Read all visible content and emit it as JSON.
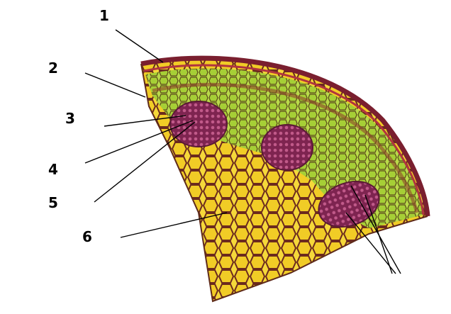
{
  "labels": [
    "1",
    "2",
    "3",
    "4",
    "5",
    "6"
  ],
  "colors": {
    "background": "#ffffff",
    "epidermis": "#7a1f2f",
    "cortex_green": "#a9d13a",
    "pith_yellow": "#f2cf2a",
    "cell_wall": "#6b2a1e",
    "vascular_bundle": "#8a2c5a",
    "leader_line": "#000000"
  }
}
